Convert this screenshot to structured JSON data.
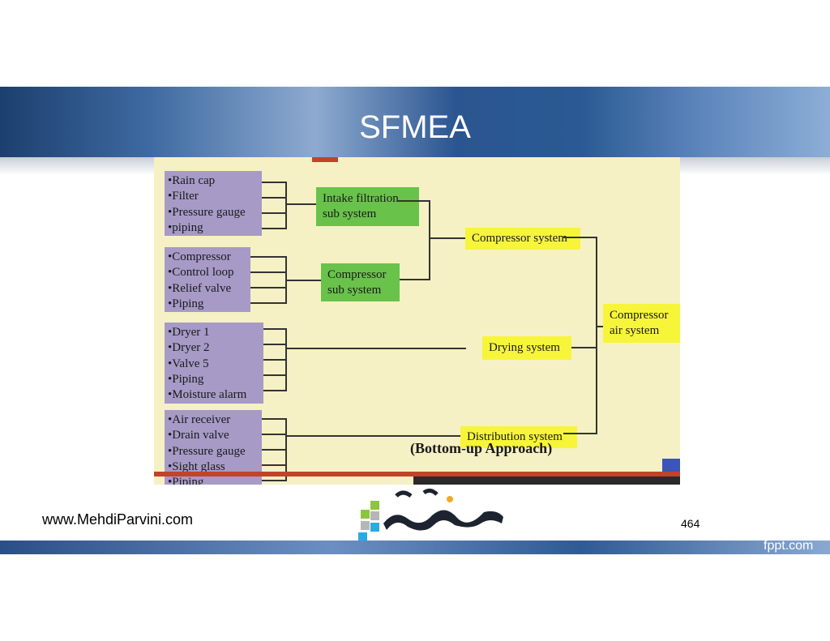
{
  "slide": {
    "title": "SFMEA",
    "footer_url": "www.MehdiParvini.com",
    "page_number": "464",
    "fppt_label": "fppt.com",
    "logo_colors": [
      "#f2a92b",
      "#8cc63f",
      "#b6b6b6",
      "#29abe2",
      "#ffffff"
    ]
  },
  "diagram": {
    "groups": [
      {
        "items": [
          "•Rain cap",
          "•Filter",
          "•Pressure gauge",
          "•piping"
        ]
      },
      {
        "items": [
          "•Compressor",
          "•Control loop",
          "•Relief valve",
          "•Piping"
        ]
      },
      {
        "items": [
          "•Dryer 1",
          "•Dryer 2",
          "•Valve 5",
          "•Piping",
          "•Moisture alarm"
        ]
      },
      {
        "items": [
          "•Air receiver",
          "•Drain valve",
          "•Pressure gauge",
          "•Sight glass",
          "•Piping"
        ]
      }
    ],
    "subsystems": [
      {
        "line1": "Intake filtration",
        "line2": "sub system"
      },
      {
        "line1": "Compressor",
        "line2": "sub system"
      }
    ],
    "systems": [
      "Compressor system",
      "Drying system",
      "Distribution system"
    ],
    "top": {
      "line1": "Compressor",
      "line2": "air system"
    },
    "caption": "(Bottom-up Approach)"
  },
  "colors": {
    "diagram_bg": "#f5f1c4",
    "component_box": "#a79ac7",
    "subsystem_box": "#69c24a",
    "system_box": "#f7f53a"
  }
}
